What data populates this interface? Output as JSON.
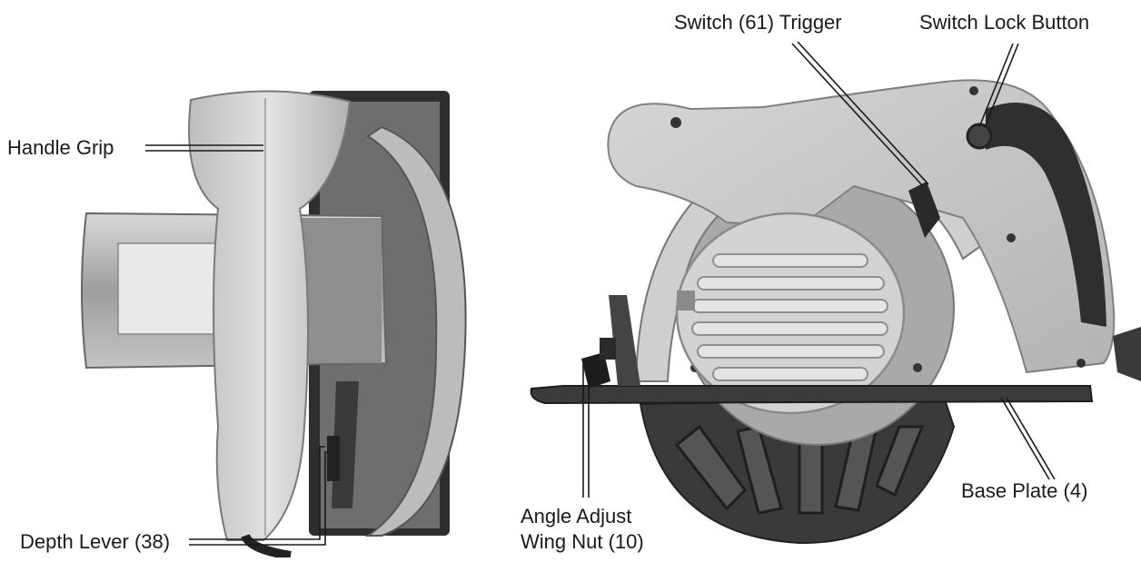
{
  "labels": {
    "handle_grip": "Handle Grip",
    "depth_lever": "Depth Lever (38)",
    "switch_trigger": "Switch (61) Trigger",
    "switch_lock": "Switch Lock Button",
    "base_plate": "Base Plate (4)",
    "angle_adjust_line1": "Angle Adjust",
    "angle_adjust_line2": "Wing Nut (10)"
  },
  "colors": {
    "body_light": "#c9c9c9",
    "body_mid": "#a8a8a8",
    "dark": "#2a2a2a",
    "blade_guard": "#3a3a3a",
    "leader": "#1a1a1a"
  }
}
